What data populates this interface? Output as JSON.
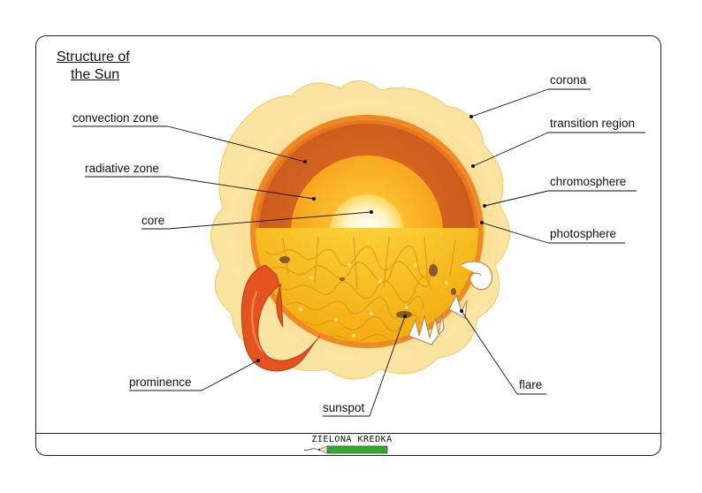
{
  "title": {
    "line1": "Structure of",
    "line2": "the Sun"
  },
  "labels": {
    "convection_zone": "convection zone",
    "radiative_zone": "radiative zone",
    "core": "core",
    "prominence": "prominence",
    "sunspot": "sunspot",
    "corona": "corona",
    "transition_region": "transition region",
    "chromosphere": "chromosphere",
    "photosphere": "photosphere",
    "flare": "flare"
  },
  "brand": {
    "name": "ZIELONA KREDKA",
    "icon": "pencil-icon"
  },
  "colors": {
    "corona_outer": "#fbe6a0",
    "corona_glow": "#fdb84a",
    "chromosphere": "#e87a1e",
    "convection": "#d96a20",
    "radiative": "#f7b21a",
    "core": "#fff7d0",
    "surface": "#f2c21e",
    "prominence": "#e4521f",
    "pencil": "#3aa335"
  }
}
